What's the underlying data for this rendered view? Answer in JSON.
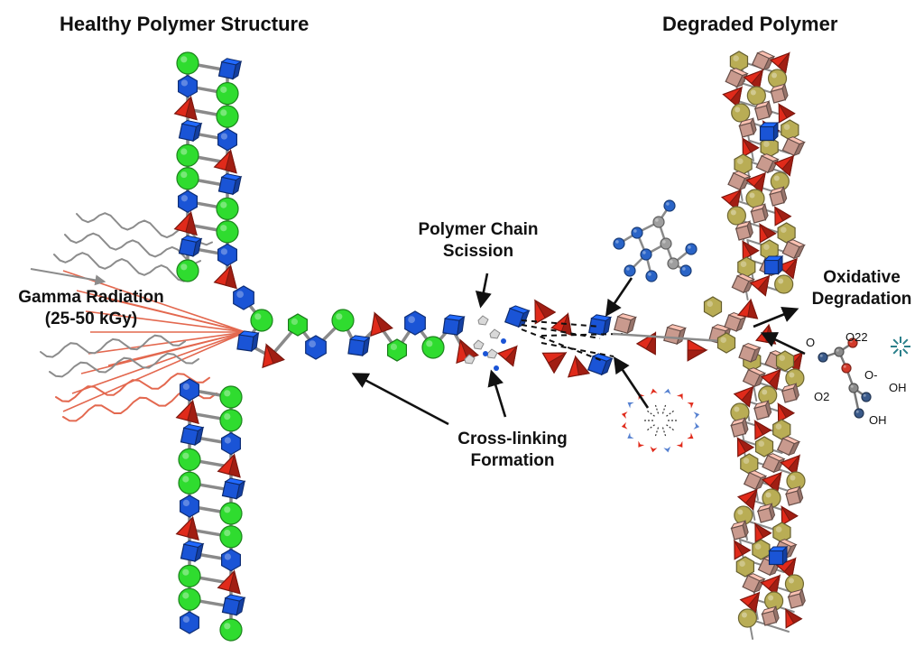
{
  "titles": {
    "left": "Healthy Polymer Structure",
    "right": "Degraded Polymer"
  },
  "labels": {
    "gamma_line1": "Gamma Radiation",
    "gamma_line2": "(25-50 kGy)",
    "scission_line1": "Polymer Chain",
    "scission_line2": "Scission",
    "crosslink_line1": "Cross-linking",
    "crosslink_line2": "Formation",
    "oxidative_line1": "Oxidative",
    "oxidative_line2": "Degradation"
  },
  "chem_text": {
    "o": "O",
    "o2_2": "O22",
    "o_minus": "O-",
    "o2": "O2",
    "oh_1": "OH",
    "oh_2": "OH"
  },
  "colors": {
    "blue": "#1a54d6",
    "green": "#2fdc2f",
    "red": "#e02a1a",
    "salmon": "#c99a8e",
    "olive": "#b9ad55",
    "bond": "#8a8a8a",
    "ray_red": "#e3684f",
    "ray_gray": "#8c8c8c"
  }
}
